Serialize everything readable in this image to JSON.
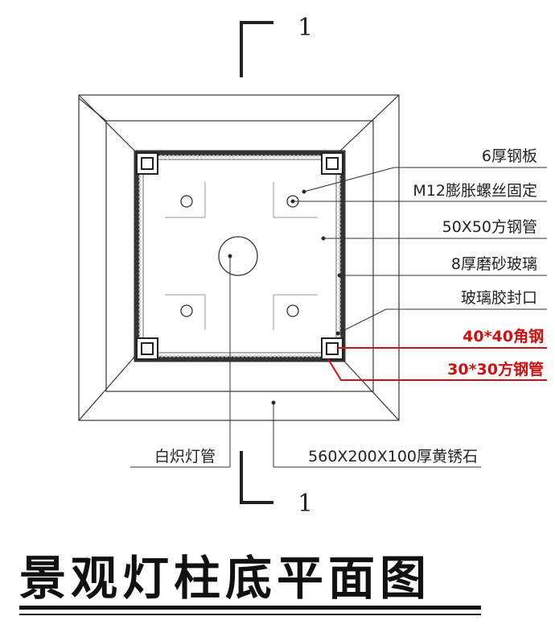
{
  "section_marks": {
    "top": "1",
    "bottom": "1"
  },
  "labels": {
    "steel_plate": "6厚钢板",
    "expansion_bolt": "M12膨胀螺丝固定",
    "square_tube_50": "50X50方钢管",
    "frosted_glass": "8厚磨砂玻璃",
    "glass_seal": "玻璃胶封口",
    "angle_steel": "40*40角钢",
    "square_tube_30": "30*30方钢管",
    "incandescent": "白炽灯管",
    "stone": "560X200X100厚黄锈石"
  },
  "title": "景观灯柱底平面图",
  "colors": {
    "line": "#222222",
    "accent": "#d01010",
    "glass": "#cfcfcf"
  }
}
